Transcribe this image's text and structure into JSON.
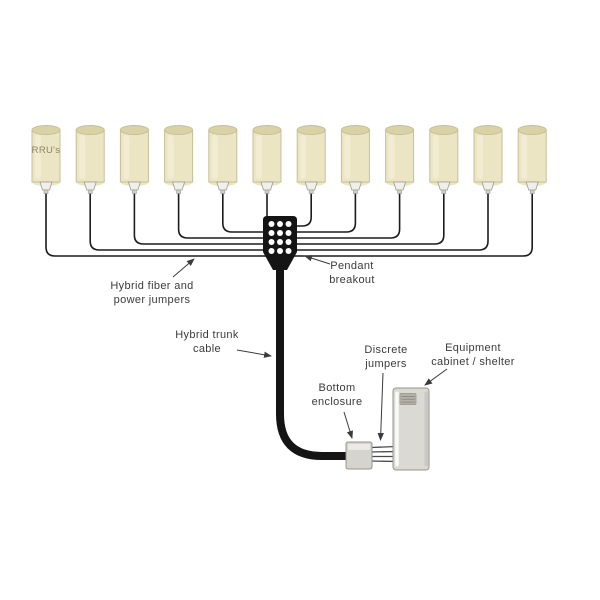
{
  "diagram": {
    "background": "#ffffff",
    "rru_count": 12,
    "labels": {
      "rru": "RRU's",
      "hybrid_jumpers": [
        "Hybrid fiber and",
        "power jumpers"
      ],
      "pendant_breakout": [
        "Pendant",
        "breakout"
      ],
      "trunk_cable": [
        "Hybrid trunk",
        "cable"
      ],
      "bottom_enclosure": [
        "Bottom",
        "enclosure"
      ],
      "discrete_jumpers": [
        "Discrete",
        "jumpers"
      ],
      "equipment_cabinet": [
        "Equipment",
        "cabinet / shelter"
      ]
    },
    "colors": {
      "rru_body": "#EBE5C3",
      "rru_top": "#D9D2A7",
      "rru_outline": "#C6BF98",
      "cable": "#1C1C1C",
      "pendant": "#141414",
      "trunk": "#141414",
      "port_dot": "#FFFFFF",
      "enclosure": "#D6D4CE",
      "cabinet": "#DBD9D3",
      "hardware_outline": "#96948C",
      "label_text": "#3B3B3B",
      "arrow": "#3B3B3B"
    }
  }
}
